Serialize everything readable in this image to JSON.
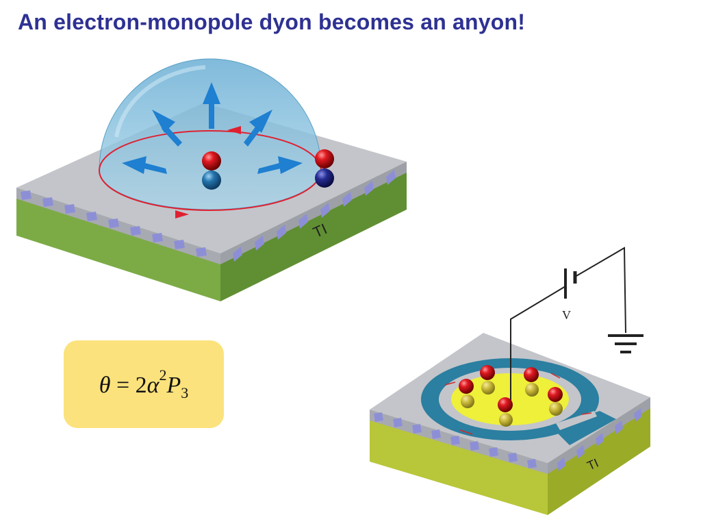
{
  "slide": {
    "title": "An electron-monopole dyon becomes an anyon!"
  },
  "formula": {
    "theta": "θ",
    "equals": " = 2",
    "alpha": "α",
    "alpha_power": "2",
    "P": "P",
    "P_subscript": "3"
  },
  "diagram_top": {
    "slab_label": "TI"
  },
  "diagram_bottom": {
    "slab_label": "TI",
    "voltage_label": "V"
  },
  "colors": {
    "title": "#2e3192",
    "slab_top": "#c3c5ca",
    "slab_side": "#7cab46",
    "edge_arrows": "#8d8fd6",
    "dome": "#7fbad8",
    "field_arrows": "#1f7fd0",
    "electron": "#d0101c",
    "monopole": "#2570a8",
    "orbit": "#e02030",
    "formula_box": "#fbe27c",
    "ring": "#2b7fa0",
    "disk": "#eef03a"
  }
}
